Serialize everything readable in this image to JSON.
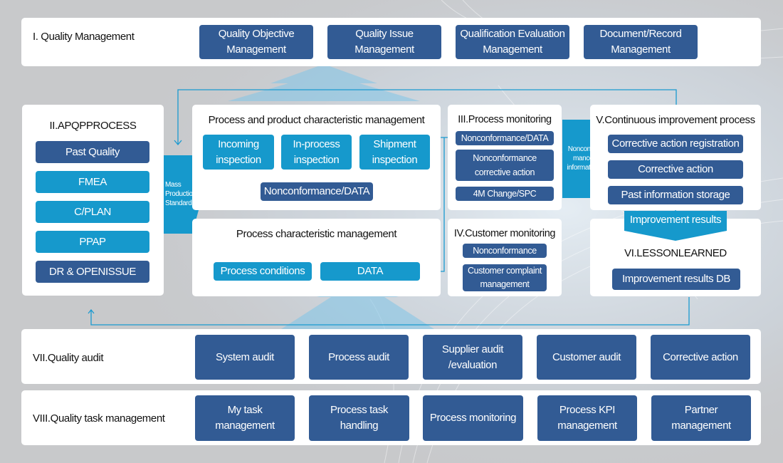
{
  "colors": {
    "dark_button": "#325b94",
    "light_button": "#1699cc",
    "connector": "#1a9ad0",
    "background": "#c8c9cb",
    "panel": "#ffffff"
  },
  "section1": {
    "title": "I. Quality Management",
    "items": [
      "Quality Objective\nManagement",
      "Quality Issue\nManagement",
      "Qualification Evaluation\nManagement",
      "Document/Record\nManagement"
    ]
  },
  "section2": {
    "title": "II.APQPPROCESS",
    "items": [
      "Past Quality",
      "FMEA",
      "C/PLAN",
      "PPAP",
      "DR & OPENISSUE"
    ]
  },
  "mass_production": "Mass\nProduction\nStandard",
  "product_char": {
    "title": "Process and product characteristic management",
    "items": [
      "Incoming\ninspection",
      "In-process\ninspection",
      "Shipment\ninspection"
    ],
    "result": "Nonconformance/DATA"
  },
  "process_char": {
    "title": "Process characteristic management",
    "items": [
      "Process conditions",
      "DATA"
    ]
  },
  "section3": {
    "title": "III.Process monitoring",
    "items": [
      "Nonconformance/DATA",
      "Nonconformance\ncorrective action",
      "4M Change/SPC"
    ]
  },
  "nonconformance_info": "Nonconfor\nmance\ninformation",
  "section4": {
    "title": "IV.Customer monitoring",
    "items": [
      "Nonconformance",
      "Customer complaint\nmanagement"
    ]
  },
  "section5": {
    "title": "V.Continuous improvement process",
    "items": [
      "Corrective action registration",
      "Corrective action",
      "Past information storage"
    ]
  },
  "improvement_results": "Improvement results",
  "section6": {
    "title": "VI.LESSONLEARNED",
    "items": [
      "Improvement results DB"
    ]
  },
  "section7": {
    "title": "VII.Quality audit",
    "items": [
      "System audit",
      "Process audit",
      "Supplier audit\n/evaluation",
      "Customer audit",
      "Corrective action"
    ]
  },
  "section8": {
    "title": "VIII.Quality task management",
    "items": [
      "My task\nmanagement",
      "Process task\nhandling",
      "Process monitoring",
      "Process KPI\nmanagement",
      "Partner\nmanagement"
    ]
  }
}
